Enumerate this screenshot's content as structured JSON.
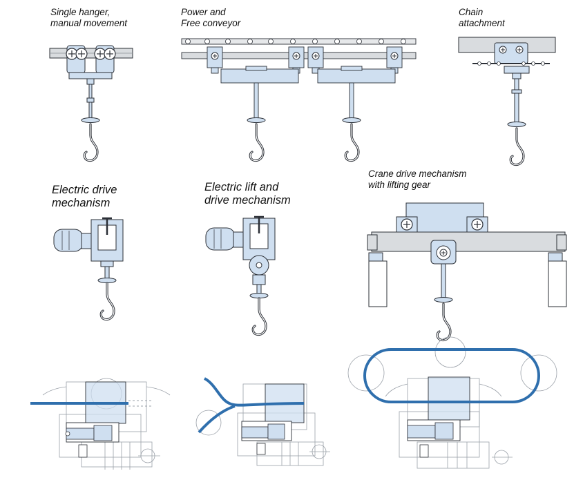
{
  "captions": {
    "single_hanger": "Single hanger,\nmanual movement",
    "power_free": "Power and\nFree conveyor",
    "chain": "Chain\nattachment",
    "electric_drive": "Electric drive\nmechanism",
    "electric_lift": "Electric lift and\ndrive mechanism",
    "crane": "Crane drive mechanism\nwith lifting gear"
  },
  "colors": {
    "part_fill": "#cfdff0",
    "rail_fill": "#d9dcdf",
    "line": "#2b2f36",
    "blue_track": "#2f6fad",
    "ghost_line": "#9aa0a8"
  }
}
